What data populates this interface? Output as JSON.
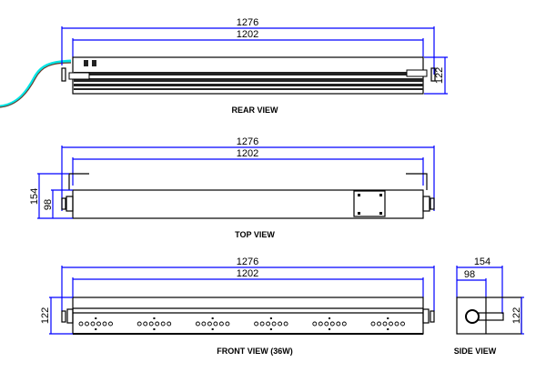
{
  "rear_view": {
    "label": "REAR VIEW",
    "overall_length": "1276",
    "body_length": "1202",
    "height": "122"
  },
  "top_view": {
    "label": "TOP VIEW",
    "overall_length": "1276",
    "body_length": "1202",
    "overall_depth": "154",
    "body_depth": "98"
  },
  "front_view": {
    "label": "FRONT VIEW (36W)",
    "overall_length": "1276",
    "body_length": "1202",
    "height": "122",
    "led_groups": 6,
    "leds_per_group": 6
  },
  "side_view": {
    "label": "SIDE VIEW",
    "overall_depth": "154",
    "body_depth": "98",
    "height": "122"
  },
  "colors": {
    "dimension": "#0000ff",
    "outline": "#000000",
    "cable_cyan": "#00e5e5",
    "cable_brown": "#6b3a2a"
  }
}
